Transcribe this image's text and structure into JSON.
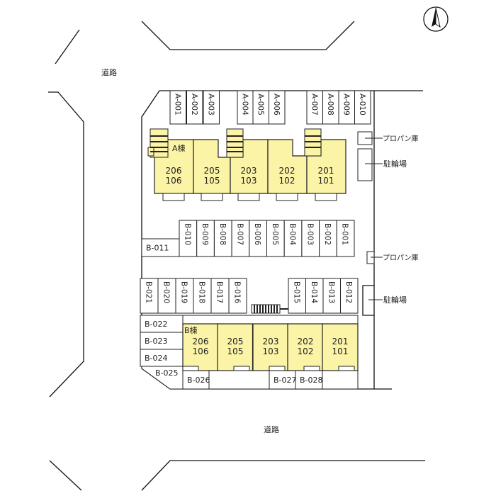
{
  "road_label_top": "道路",
  "road_label_bottom": "道路",
  "north_icon": "north-arrow",
  "building_a": {
    "label": "A棟",
    "units": [
      [
        "206",
        "106"
      ],
      [
        "205",
        "105"
      ],
      [
        "203",
        "103"
      ],
      [
        "202",
        "102"
      ],
      [
        "201",
        "101"
      ]
    ]
  },
  "building_b": {
    "label": "B棟",
    "units": [
      [
        "206",
        "106"
      ],
      [
        "205",
        "105"
      ],
      [
        "203",
        "103"
      ],
      [
        "202",
        "102"
      ],
      [
        "201",
        "101"
      ]
    ]
  },
  "propane_label": "プロパン庫",
  "bike_label": "駐輪場",
  "parking_a": [
    "A-001",
    "A-002",
    "A-003",
    "A-004",
    "A-005",
    "A-006",
    "A-007",
    "A-008",
    "A-009",
    "A-010"
  ],
  "parking_b_middle": [
    "B-010",
    "B-009",
    "B-008",
    "B-007",
    "B-006",
    "B-005",
    "B-004",
    "B-003",
    "B-002",
    "B-001"
  ],
  "parking_b_011": "B-011",
  "parking_b_row_left": [
    "B-021",
    "B-020",
    "B-019",
    "B-018",
    "B-017",
    "B-016"
  ],
  "parking_b_row_right": [
    "B-015",
    "B-014",
    "B-013",
    "B-012"
  ],
  "parking_b_side": [
    "B-022",
    "B-023",
    "B-024"
  ],
  "parking_b_025": "B-025",
  "parking_b_bottom": [
    "B-026",
    "B-027",
    "B-028"
  ]
}
